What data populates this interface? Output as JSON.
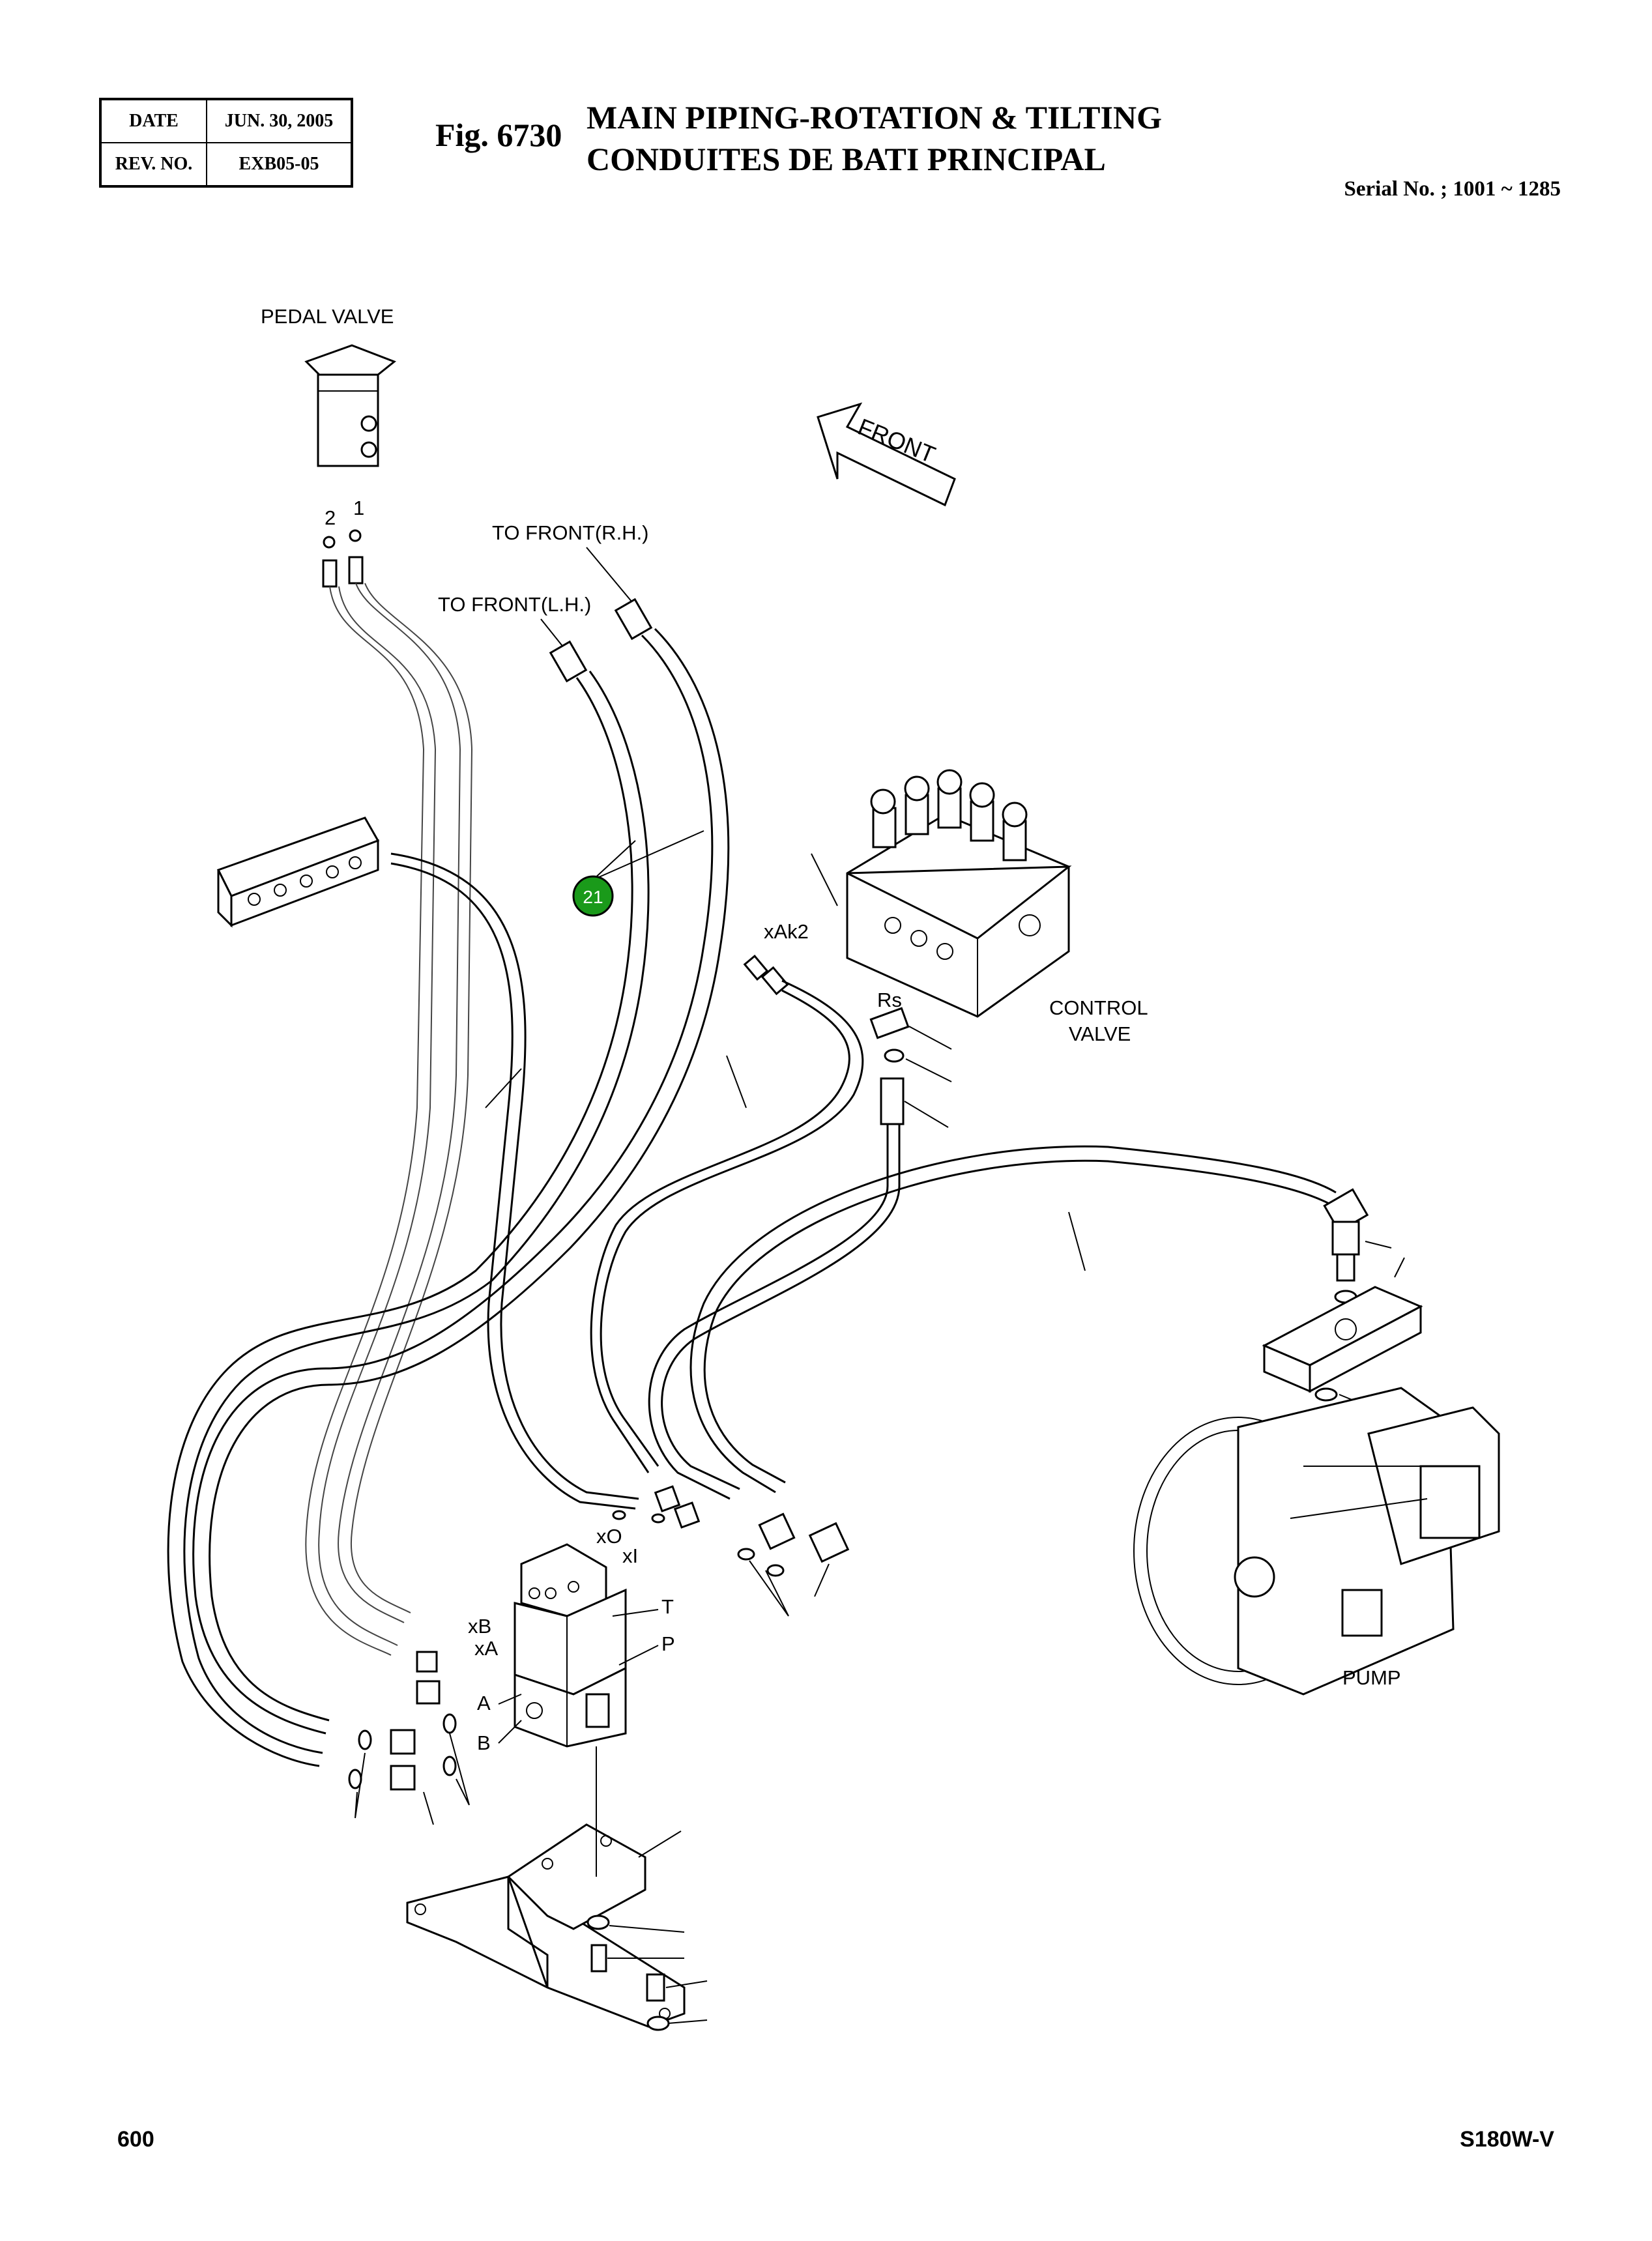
{
  "header": {
    "date_label": "DATE",
    "date_value": "JUN. 30, 2005",
    "rev_label": "REV. NO.",
    "rev_value": "EXB05-05",
    "fig_number": "Fig. 6730",
    "title_en": "MAIN PIPING-ROTATION & TILTING",
    "title_fr": "CONDUITES DE BATI PRINCIPAL",
    "serial": "Serial No. ; 1001 ~ 1285"
  },
  "diagram": {
    "pedal_valve": "PEDAL VALVE",
    "port_2": "2",
    "port_1": "1",
    "to_front_rh": "TO FRONT(R.H.)",
    "to_front_lh": "TO FRONT(L.H.)",
    "front_arrow": "FRONT",
    "callout_21": "21",
    "xak2": "xAk2",
    "rs": "Rs",
    "control_valve_line1": "CONTROL",
    "control_valve_line2": "VALVE",
    "xo": "xO",
    "xi": "xI",
    "t": "T",
    "p": "P",
    "xb": "xB",
    "xa": "xA",
    "a": "A",
    "b": "B",
    "pump": "PUMP",
    "callout_color": "#1a9a1a"
  },
  "footer": {
    "page_number": "600",
    "model": "S180W-V"
  }
}
